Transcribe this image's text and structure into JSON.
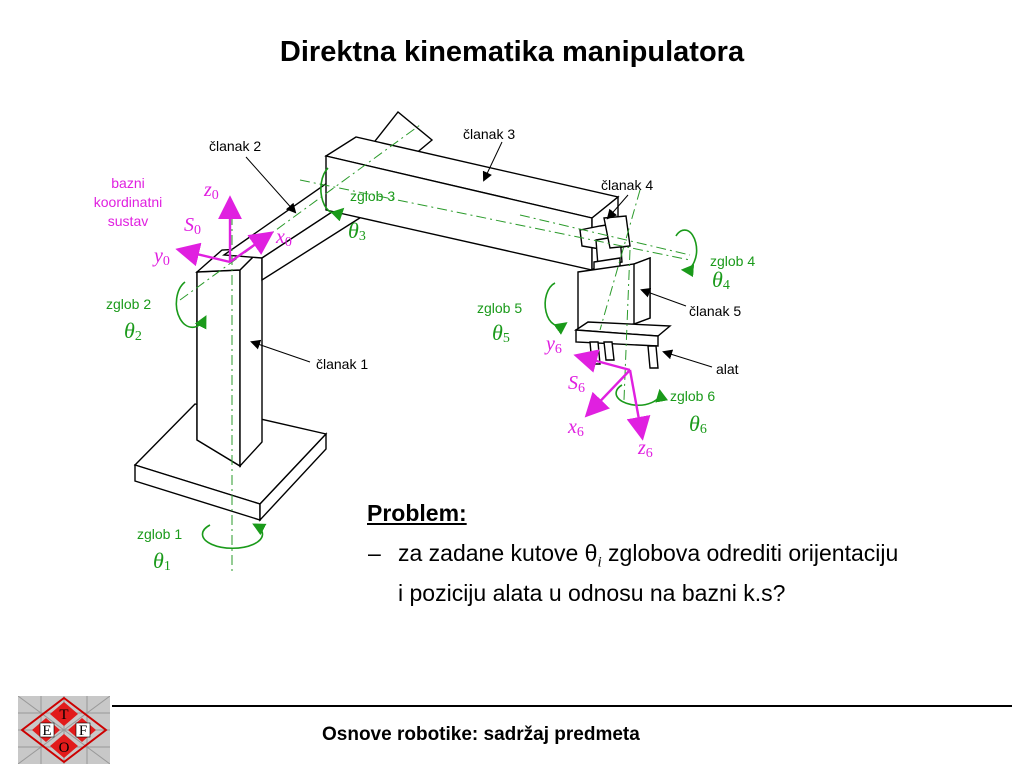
{
  "title": "Direktna kinematika manipulatora",
  "labels": {
    "base_frame": [
      "bazni",
      "koordinatni",
      "sustav"
    ],
    "link1": "članak 1",
    "link2": "članak 2",
    "link3": "članak 3",
    "link4": "članak 4",
    "link5": "članak 5",
    "tool": "alat",
    "joint1": "zglob 1",
    "joint2": "zglob 2",
    "joint3": "zglob 3",
    "joint4": "zglob 4",
    "joint5": "zglob 5",
    "joint6": "zglob 6"
  },
  "symbols": {
    "theta": "θ",
    "theta_indices": [
      "1",
      "2",
      "3",
      "4",
      "5",
      "6"
    ],
    "z0": "z",
    "y0": "y",
    "x0": "x",
    "S0": "S",
    "z6": "z",
    "y6": "y",
    "x6": "x",
    "S6": "S",
    "sub0": "0",
    "sub6": "6"
  },
  "problem": {
    "heading": "Problem:",
    "dash": "–",
    "text_before": "za zadane kutove θ",
    "text_index": "i",
    "text_after": " zglobova odrediti orijentaciju i poziciju alata u odnosu na bazni k.s?"
  },
  "footer": "Osnove robotike: sadržaj predmeta",
  "logo_letters": {
    "top": "T",
    "left": "E",
    "right": "F",
    "bottom": "O"
  },
  "colors": {
    "frame_axes": "#e020e0",
    "joint_labels": "#1a9a1a",
    "link_lines": "#000000",
    "axis_dashdot": "#2a9a2a"
  }
}
